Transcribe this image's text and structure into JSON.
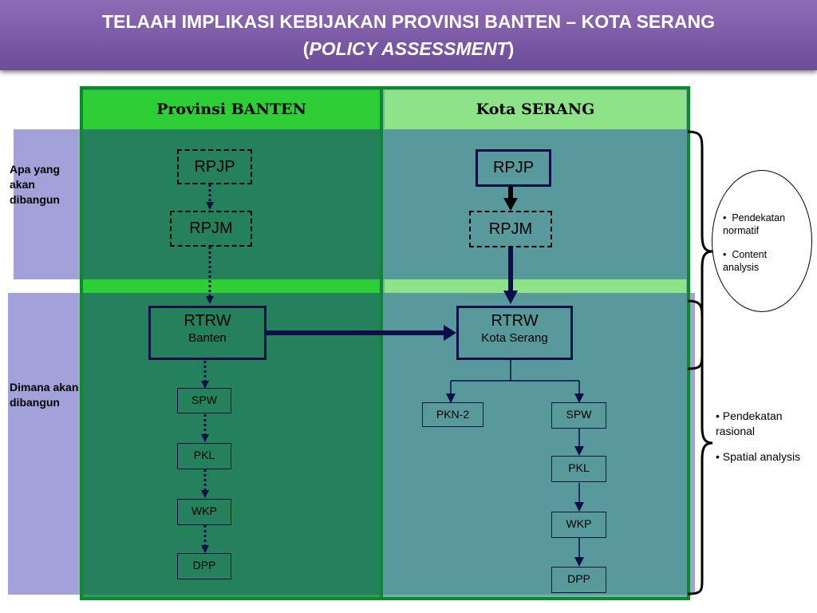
{
  "title": {
    "line1": "TELAAH IMPLIKASI KEBIJAKAN PROVINSI BANTEN – KOTA SERANG",
    "line2_open": "(",
    "line2_italic": "POLICY ASSESSMENT",
    "line2_close": ")"
  },
  "rows": {
    "top_label": "Apa yang akan dibangun",
    "bottom_label": "Dimana akan dibangun"
  },
  "columns": {
    "left": "Provinsi BANTEN",
    "right": "Kota SERANG"
  },
  "left_nodes": {
    "rpjp": "RPJP",
    "rpjm": "RPJM",
    "rtrw_title": "RTRW",
    "rtrw_sub": "Banten",
    "spw": "SPW",
    "pkl": "PKL",
    "wkp": "WKP",
    "dpp": "DPP"
  },
  "right_nodes": {
    "rpjp": "RPJP",
    "rpjm": "RPJM",
    "rtrw_title": "RTRW",
    "rtrw_sub": "Kota Serang",
    "pkn": "PKN-2",
    "spw": "SPW",
    "pkl": "PKL",
    "wkp": "WKP",
    "dpp": "DPP"
  },
  "approach_top": [
    "Pendekatan normatif",
    "Content analysis"
  ],
  "approach_bottom": [
    "Pendekatan rasional",
    "Spatial analysis"
  ],
  "colors": {
    "header": "#7b58a6",
    "band": "#a3a1d9",
    "left_column": "#007837",
    "right_column": "#3c9682",
    "left_head": "#2ece37",
    "right_head": "#8ee388",
    "box_border": "#0d0d4a"
  }
}
